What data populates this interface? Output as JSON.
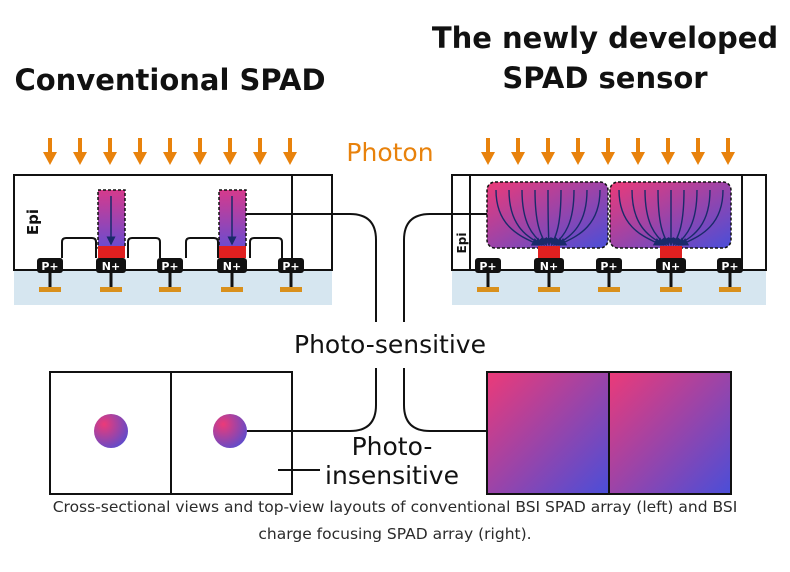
{
  "titles": {
    "left": "Conventional SPAD",
    "right_line1": "The newly developed",
    "right_line2": "SPAD sensor"
  },
  "labels": {
    "photon": "Photon",
    "epi": "Epi",
    "p_plus": "P+",
    "n_plus": "N+",
    "photo_sensitive": "Photo-sensitive",
    "photo_insensitive_line1": "Photo-",
    "photo_insensitive_line2": "insensitive"
  },
  "caption": {
    "line1": "Cross-sectional views and top-view layouts of conventional BSI SPAD array (left) and BSI",
    "line2": "charge focusing SPAD array (right)."
  },
  "colors": {
    "photon_arrow": "#e8820c",
    "photon_text": "#e8820c",
    "substrate": "#d6e6f0",
    "contact_pad": "#d9901c",
    "n_plus_red": "#e02020",
    "gradient_pink": "#ea3a7a",
    "gradient_blue": "#4a4ed8",
    "ink": "#111111"
  }
}
